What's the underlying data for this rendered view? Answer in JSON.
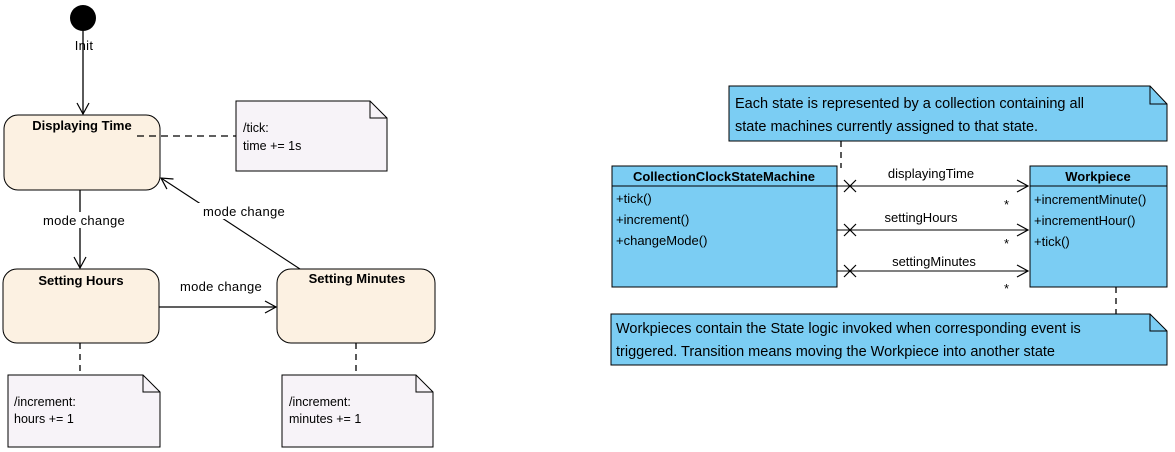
{
  "state_diagram": {
    "initial_label": "Init",
    "states": {
      "displaying_time": "Displaying Time",
      "setting_hours": "Setting Hours",
      "setting_minutes": "Setting Minutes"
    },
    "transitions": {
      "dt_to_sh": "mode change",
      "sh_to_sm": "mode change",
      "sm_to_dt": "mode change"
    },
    "notes": {
      "tick": [
        "/tick:",
        "time += 1s"
      ],
      "hours": [
        "/increment:",
        "hours += 1"
      ],
      "minutes": [
        "/increment:",
        "minutes += 1"
      ]
    },
    "colors": {
      "state_fill": "#fcf1e2",
      "note_fill": "#f7f3f8"
    }
  },
  "class_diagram": {
    "top_note": [
      "Each state is represented by a collection containing all",
      "state machines currently assigned to that state."
    ],
    "bottom_note": [
      "Workpieces contain the State logic invoked when corresponding event is",
      "triggered. Transition means moving the Workpiece into another state"
    ],
    "collection_class": {
      "name": "CollectionClockStateMachine",
      "operations": [
        "+tick()",
        "+increment()",
        "+changeMode()"
      ]
    },
    "workpiece_class": {
      "name": "Workpiece",
      "operations": [
        "+incrementMinute()",
        "+incrementHour()",
        "+tick()"
      ]
    },
    "associations": [
      {
        "label": "displayingTime",
        "multiplicity": "*"
      },
      {
        "label": "settingHours",
        "multiplicity": "*"
      },
      {
        "label": "settingMinutes",
        "multiplicity": "*"
      }
    ],
    "colors": {
      "class_fill": "#7bcdf3",
      "note_fill": "#7bcdf3"
    }
  }
}
